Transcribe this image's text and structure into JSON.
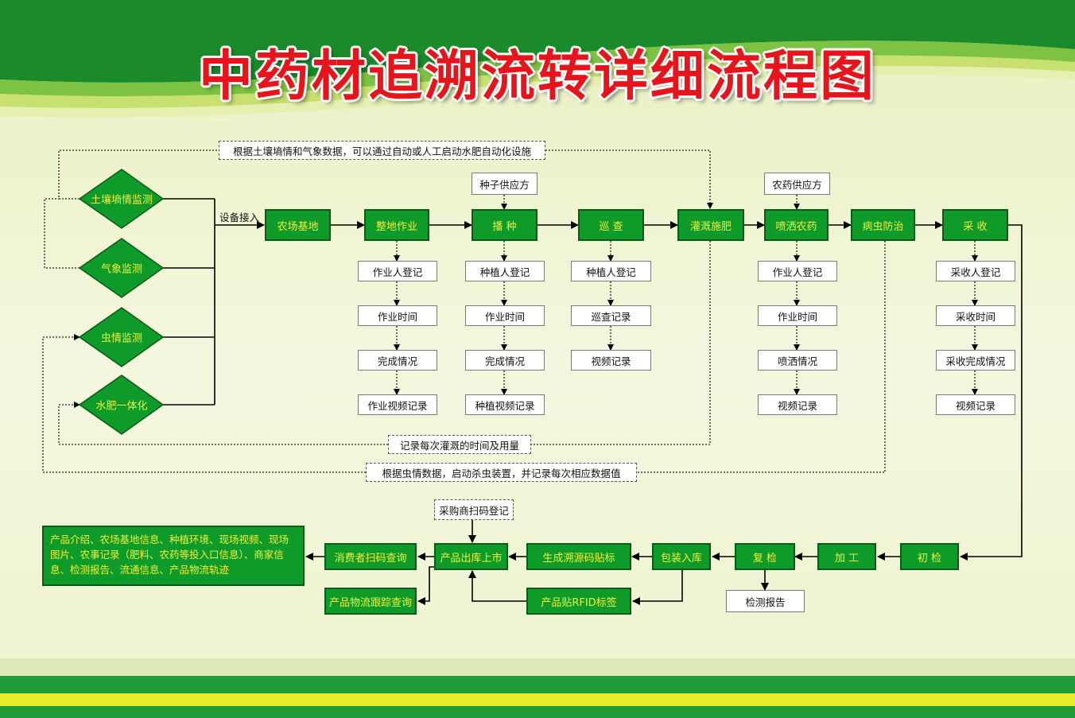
{
  "title": "中药材追溯流转详细流程图",
  "colors": {
    "box_green": "#0e9b2a",
    "box_text": "#f3ef3a",
    "title_red": "#e8141b",
    "bg": "#eef3c8"
  },
  "monitors": [
    "土壤墒情监测",
    "气象监测",
    "虫情监测",
    "水肥一体化"
  ],
  "access_label": "设备接入",
  "main_steps": [
    "农场基地",
    "整地作业",
    "播  种",
    "巡  查",
    "灌溉施肥",
    "喷洒农药",
    "病虫防治",
    "采  收"
  ],
  "suppliers": {
    "seed": "种子供应方",
    "pesticide": "农药供应方"
  },
  "notes": {
    "top": "根据土壤墒情和气象数据，可以通过自动或人工启动水肥自动化设施",
    "irrigation": "记录每次灌溉的时间及用量",
    "pest": "根据虫情数据，启动杀虫装置，并记录每次相应数据值"
  },
  "records": {
    "tillage": [
      "作业人登记",
      "作业时间",
      "完成情况",
      "作业视频记录"
    ],
    "sowing": [
      "种植人登记",
      "作业时间",
      "完成情况",
      "种植视频记录"
    ],
    "patrol": [
      "种植人登记",
      "巡查记录",
      "视频记录"
    ],
    "spraying": [
      "作业人登记",
      "作业时间",
      "喷洒情况",
      "视频记录"
    ],
    "harvest": [
      "采收人登记",
      "采收时间",
      "采收完成情况",
      "视频记录"
    ]
  },
  "bottom_steps": {
    "initial_check": "初  检",
    "processing": "加  工",
    "recheck": "复  检",
    "packing": "包装入库",
    "trace_label": "生成溯源码贴标",
    "rfid": "产品贴RFID标签",
    "release": "产品出库上市",
    "consumer_query": "消费者扫码查询",
    "logistics_query": "产品物流跟踪查询"
  },
  "test_report": "检测报告",
  "buyer_scan": "采购商扫码登记",
  "product_info": "产品介绍、农场基地信息、种植环境、现场视频、现场图片、农事记录（肥料、农药等投入口信息）、商家信息、检测报告、流通信息、产品物流轨迹"
}
